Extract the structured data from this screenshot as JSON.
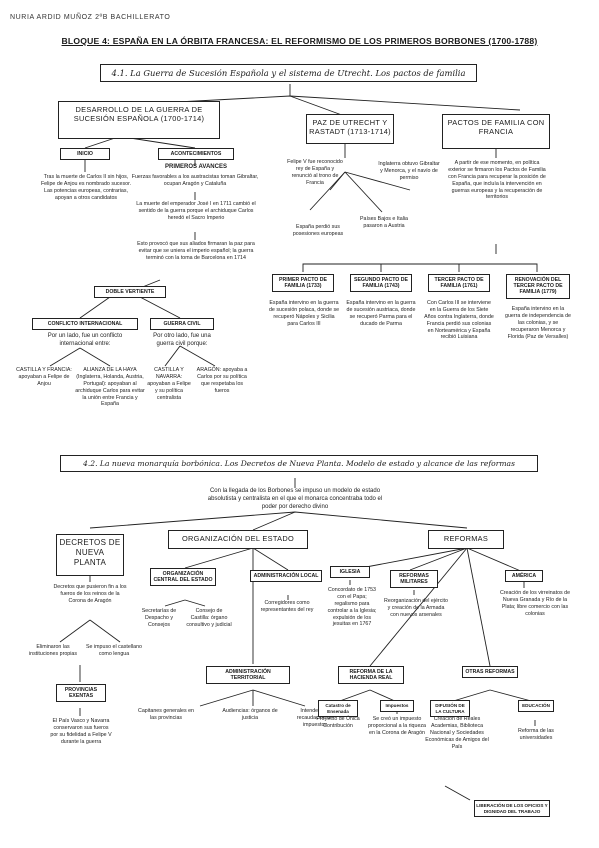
{
  "header": {
    "author": "NURIA ARDID MUÑOZ 2ºB BACHILLERATO",
    "title": "BLOQUE 4: ESPAÑA EN LA ÓRBITA FRANCESA: EL REFORMISMO DE LOS PRIMEROS BORBONES (1700-1788)"
  },
  "section1": {
    "title": "4.1. La Guerra de Sucesión Española y el sistema de Utrecht. Los pactos de familia",
    "desarrollo": "DESARROLLO DE LA GUERRA DE SUCESIÓN ESPAÑOLA (1700-1714)",
    "inicio": "INICIO",
    "inicio_text": "Tras la muerte de Carlos II sin hijos, Felipe de Anjou es nombrado sucesor. Las potencias europeas, contrarias, apoyan a otros candidatos",
    "acontecimientos": "ACONTECIMIENTOS",
    "primeros_avances": "PRIMEROS AVANCES",
    "primeros_avances_text": "Fuerzas favorables a los austracistas toman Gibraltar, ocupan Aragón y Cataluña",
    "emperador_text": "La muerte del emperador José I en 1711 cambió el sentido de la guerra porque el archiduque Carlos heredó el Sacro Imperio",
    "aliados_text": "Esto provocó que sus aliados firmaran la paz para evitar que se uniera el imperio español; la guerra terminó con la toma de Barcelona en 1714",
    "doble_vertiente": "DOBLE VERTIENTE",
    "conflicto_int": "CONFLICTO INTERNACIONAL",
    "conflicto_int_text": "Por un lado, fue un conflicto internacional entre:",
    "castilla_1": "CASTILLA Y FRANCIA: apoyaban a Felipe de Anjou",
    "alianza_text": "ALIANZA DE LA HAYA (Inglaterra, Holanda, Austria, Portugal): apoyaban al archiduque Carlos para evitar la unión entre Francia y España",
    "guerra_civil": "GUERRA CIVIL",
    "guerra_civil_text": "Por otro lado, fue una guerra civil porque:",
    "castilla_2": "CASTILLA Y NAVARRA: apoyaban a Felipe y su política centralista",
    "aragon_text": "ARAGÓN: apoyaba a Carlos por su política que respetaba los fueros",
    "paz": "PAZ DE UTRECHT Y RASTADT (1713-1714)",
    "paz_text": "Felipe V fue reconocido rey de España y renunció al trono de Francia",
    "inglaterra_text": "Inglaterra obtuvo Gibraltar y Menorca, y el navío de permiso",
    "europa_text": "España perdió sus posesiones europeas",
    "austria_text": "Países Bajos e Italia pasaron a Austria",
    "pactos": "PACTOS DE FAMILIA CON FRANCIA",
    "pactos_text": "A partir de ese momento, en política exterior se firmaron los Pactos de Familia con Francia para recuperar la posición de España, que incluía la intervención en guerras europeas y la recuperación de territorios",
    "pacto1": "PRIMER PACTO DE FAMILIA (1733)",
    "pacto1_text": "España intervino en la guerra de sucesión polaca, donde se recuperó Nápoles y Sicilia para Carlos III",
    "pacto2": "SEGUNDO PACTO DE FAMILIA (1743)",
    "pacto2_text": "España intervino en la guerra de sucesión austriaca, donde se recuperó Parma para el ducado de Parma",
    "pacto3": "TERCER PACTO DE FAMILIA (1761)",
    "pacto3_text": "Con Carlos III se interviene en la Guerra de los Siete Años contra Inglaterra, donde Francia perdió sus colonias en Norteamérica y España recibió Luisiana",
    "renovacion": "RENOVACIÓN DEL TERCER PACTO DE FAMILIA (1779)",
    "renovacion_text": "España intervino en la guerra de independencia de las colonias, y se recuperaron Menorca y Florida (Paz de Versalles)"
  },
  "section2": {
    "title": "4.2. La nueva monarquía borbónica. Los Decretos de Nueva Planta. Modelo de estado y alcance de las reformas",
    "intro": "Con la llegada de los Borbones se impuso un modelo de estado absolutista y centralista en el que el monarca concentraba todo el poder por derecho divino",
    "decretos": "DECRETOS DE NUEVA PLANTA",
    "decretos_text": "Decretos que pusieron fin a los fueros de los reinos de la Corona de Aragón",
    "decretos_left": "Eliminaron las instituciones propias",
    "decretos_right": "Se impuso el castellano como lengua",
    "provincias": "PROVINCIAS EXENTAS",
    "provincias_text": "El País Vasco y Navarra conservaron sus fueros por su fidelidad a Felipe V durante la guerra",
    "organizacion": "ORGANIZACIÓN DEL ESTADO",
    "org_central": "ORGANIZACIÓN CENTRAL DEL ESTADO",
    "org_central_left": "Secretarías de Despacho y Consejos",
    "org_central_right": "Consejo de Castilla: órgano consultivo y judicial",
    "adm_local": "ADMINISTRACIÓN LOCAL",
    "adm_local_text": "Corregidores como representantes del rey",
    "adm_territorial": "ADMINISTRACIÓN TERRITORIAL",
    "adm_territorial_left": "Capitanes generales en las provincias",
    "adm_territorial_mid": "Audiencias: órganos de justicia",
    "adm_territorial_right": "Intendentes: recaudación de impuestos",
    "reformas": "REFORMAS",
    "iglesia": "IGLESIA",
    "iglesia_text": "Concordato de 1753 con el Papa; regalismo para controlar a la Iglesia; expulsión de los jesuitas en 1767",
    "militares": "REFORMAS MILITARES",
    "militares_text": "Reorganización del ejército y creación de la Armada con nuevos arsenales",
    "america": "AMÉRICA",
    "america_text": "Creación de los virreinatos de Nueva Granada y Río de la Plata; libre comercio con las colonias",
    "hacienda": "REFORMA DE LA HACIENDA REAL",
    "hacienda_left": "Catastro de Ensenada",
    "hacienda_left_text": "Proyecto de Única Contribución",
    "hacienda_right": "Impuestos",
    "hacienda_right_text": "Se creó un impuesto proporcional a la riqueza en la Corona de Aragón",
    "otras": "OTRAS REFORMAS",
    "otras_left": "DIFUSIÓN DE LA CULTURA",
    "otras_left_text": "Creación de Reales Academias, Biblioteca Nacional y Sociedades Económicas de Amigos del País",
    "otras_right": "EDUCACIÓN",
    "otras_right_text": "Reforma de las universidades",
    "otras_bottom": "LIBERACIÓN DE LOS OFICIOS Y DIGNIDAD DEL TRABAJO"
  }
}
